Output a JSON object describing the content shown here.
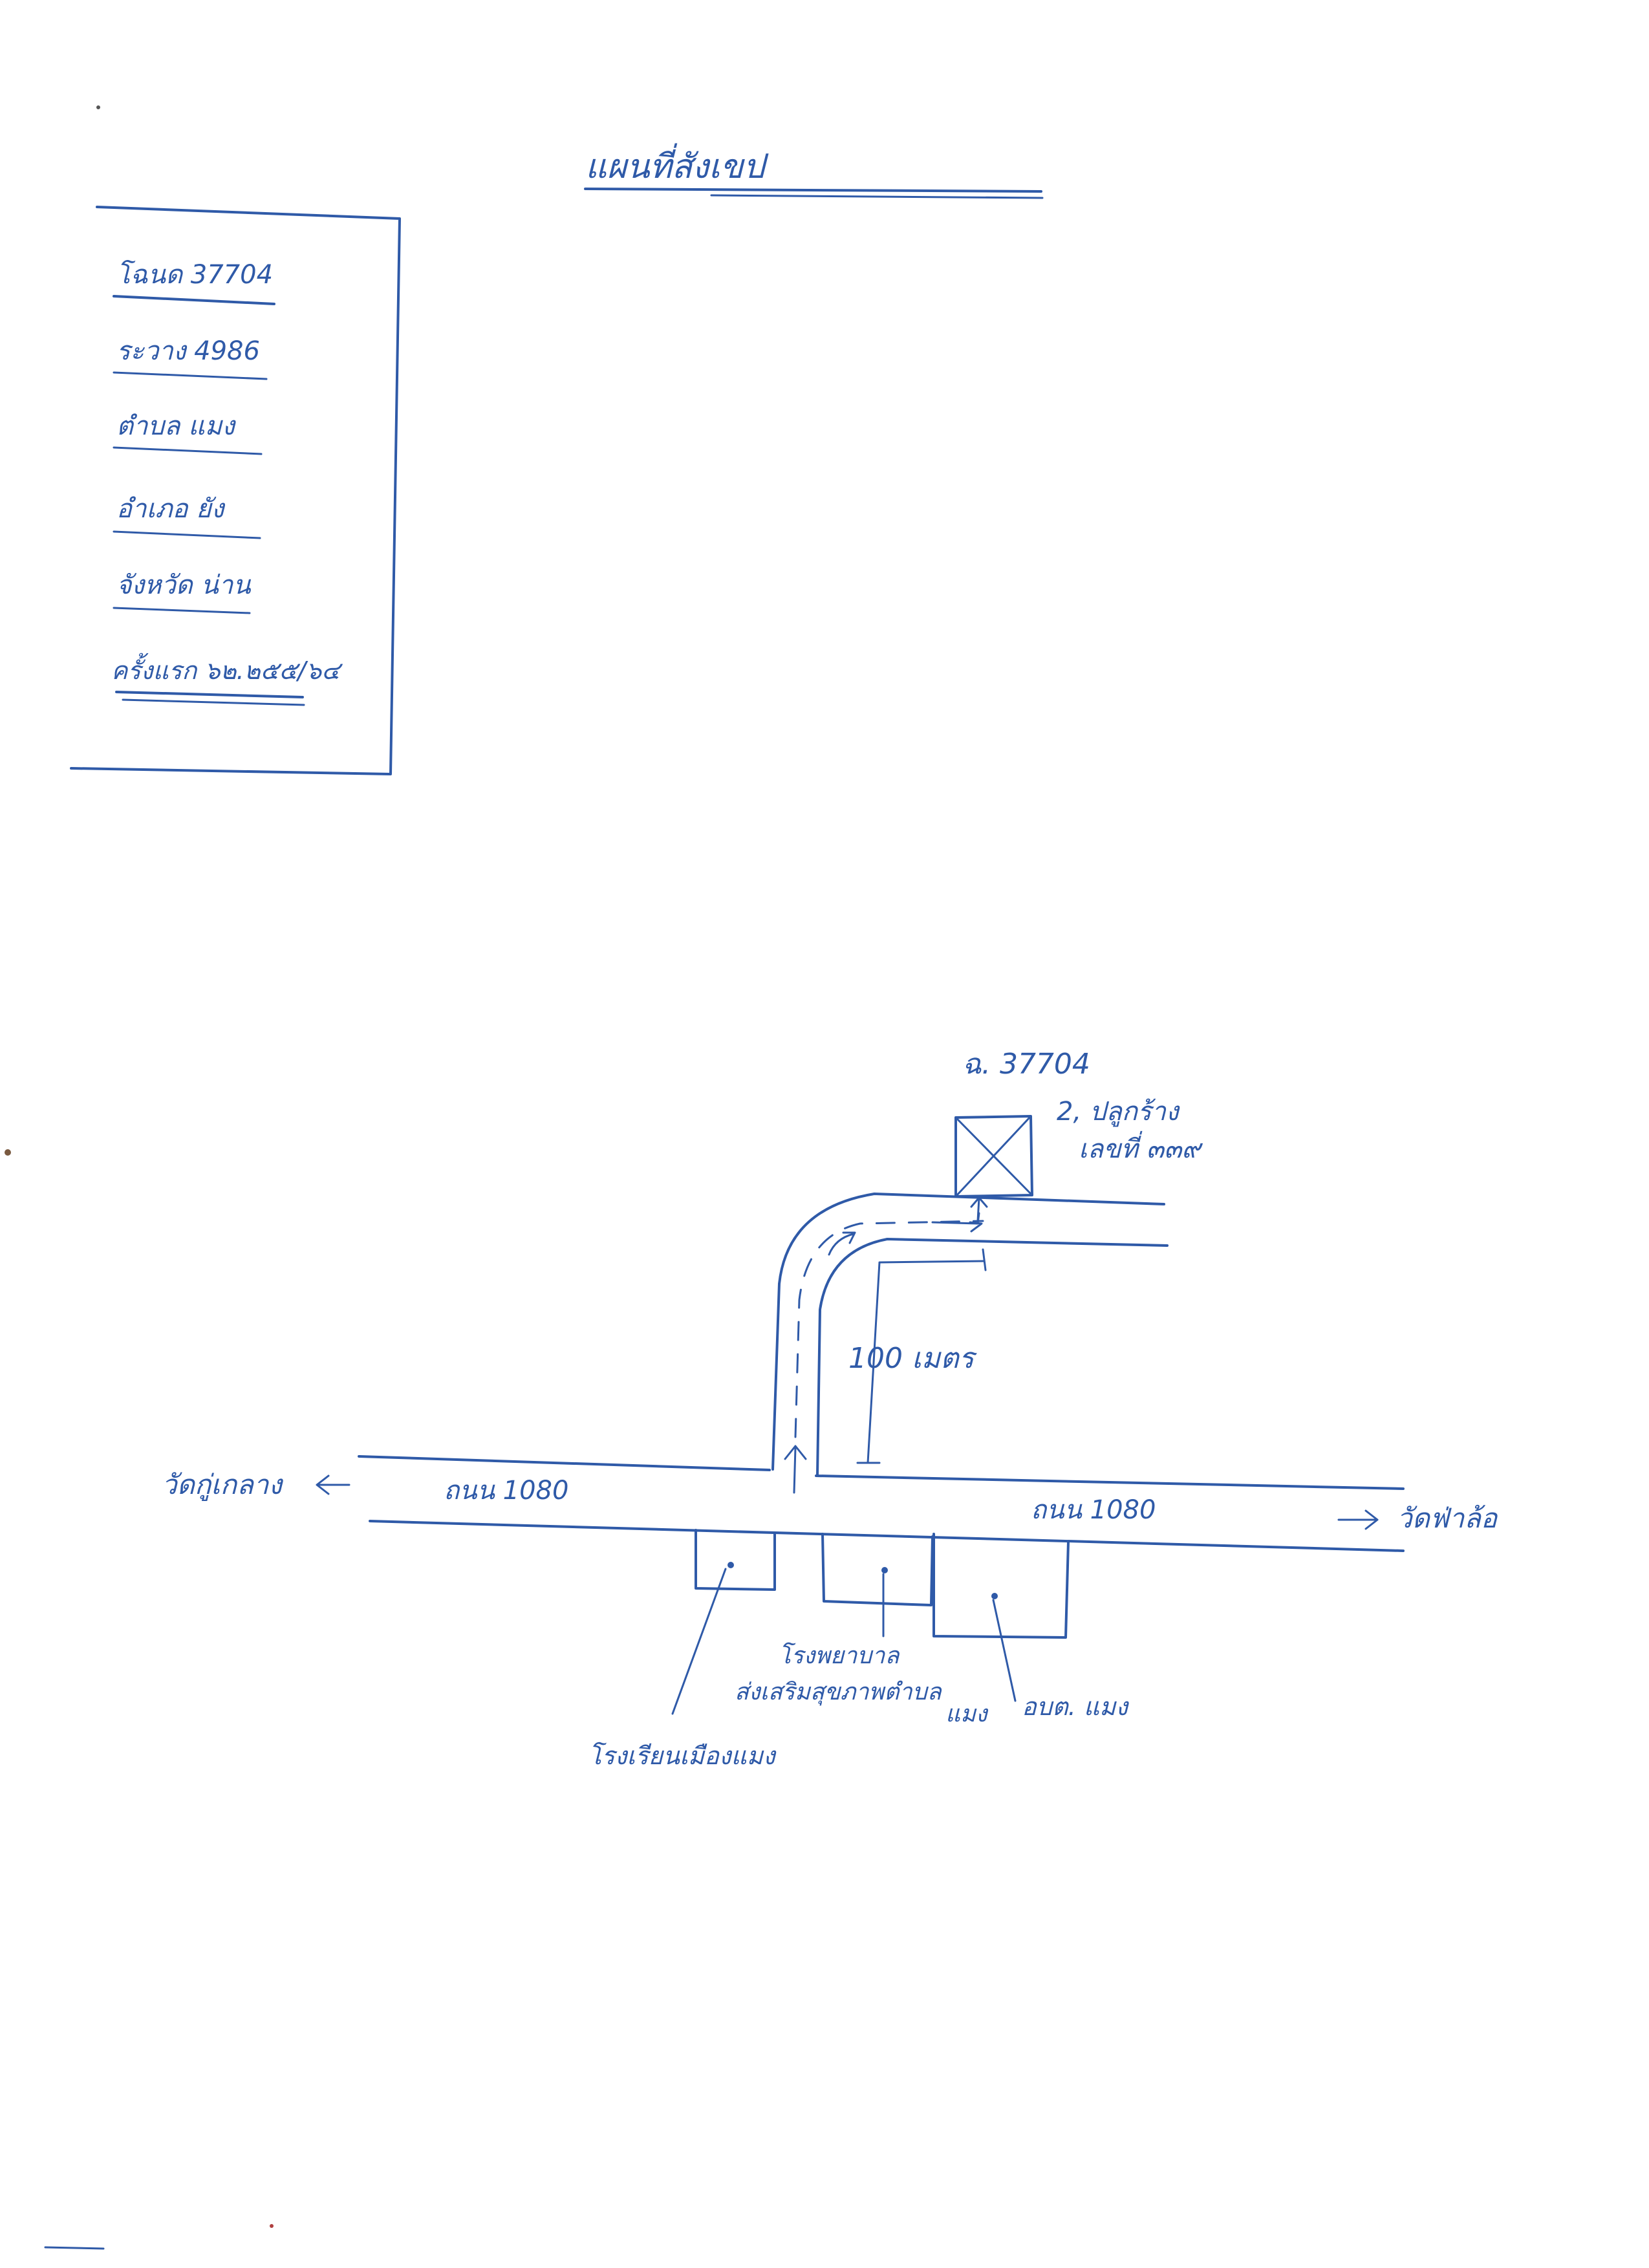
{
  "title": "แผนที่สังเขป",
  "info_box": {
    "lines": [
      "โฉนด 37704",
      "ระวาง 4986",
      "ตำบล แมง",
      "อำเภอ ยัง",
      "จังหวัด น่าน",
      "ครั้งแรก ๖๒.๒๕๕/๖๔"
    ]
  },
  "map": {
    "parcel_label": "ฉ. 37704",
    "parcel_note_line1": "2, ปลูกร้าง",
    "parcel_note_line2": "เลขที่ ๓๓๙",
    "distance_label": "100 เมตร",
    "road_label_left": "ถนน 1080",
    "road_label_right": "ถนน 1080",
    "destination_left": "วัดกู่เกลาง",
    "destination_right": "วัดฟ่าล้อ",
    "landmark_left": "โรงเรียนเมืองแมง",
    "landmark_center_line1": "โรงพยาบาล",
    "landmark_center_line2": "ส่งเสริมสุขภาพตำบล",
    "landmark_center_line3": "แมง",
    "landmark_right": "อบต. แมง"
  },
  "colors": {
    "ink": "#2f5aa8",
    "paper": "#ffffff"
  }
}
